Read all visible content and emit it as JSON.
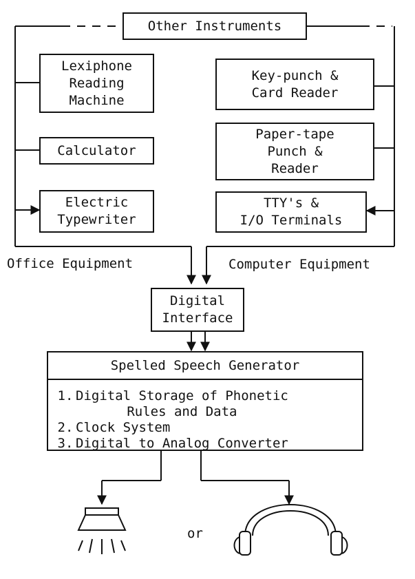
{
  "nodes": {
    "other_instruments": "Other Instruments",
    "lexiphone": [
      "Lexiphone",
      "Reading",
      "Machine"
    ],
    "calculator": "Calculator",
    "electric_typewriter": [
      "Electric",
      "Typewriter"
    ],
    "keypunch": [
      "Key-punch &",
      "Card Reader"
    ],
    "paper_tape": [
      "Paper-tape",
      "Punch &",
      "Reader"
    ],
    "tty": [
      "TTY's &",
      "I/O Terminals"
    ],
    "digital_interface": [
      "Digital",
      "Interface"
    ],
    "generator": {
      "title": "Spelled Speech Generator",
      "items": [
        {
          "num": "1.",
          "lines": [
            "Digital Storage of Phonetic",
            "Rules and Data"
          ]
        },
        {
          "num": "2.",
          "lines": [
            "Clock System"
          ]
        },
        {
          "num": "3.",
          "lines": [
            "Digital to Analog Converter"
          ]
        }
      ]
    }
  },
  "groups": {
    "office": "Office Equipment",
    "computer": "Computer Equipment"
  },
  "outputs": {
    "connector": "or",
    "left_icon": "loudspeaker-icon",
    "right_icon": "headphones-icon"
  },
  "colors": {
    "line": "#111111",
    "background": "#ffffff"
  }
}
